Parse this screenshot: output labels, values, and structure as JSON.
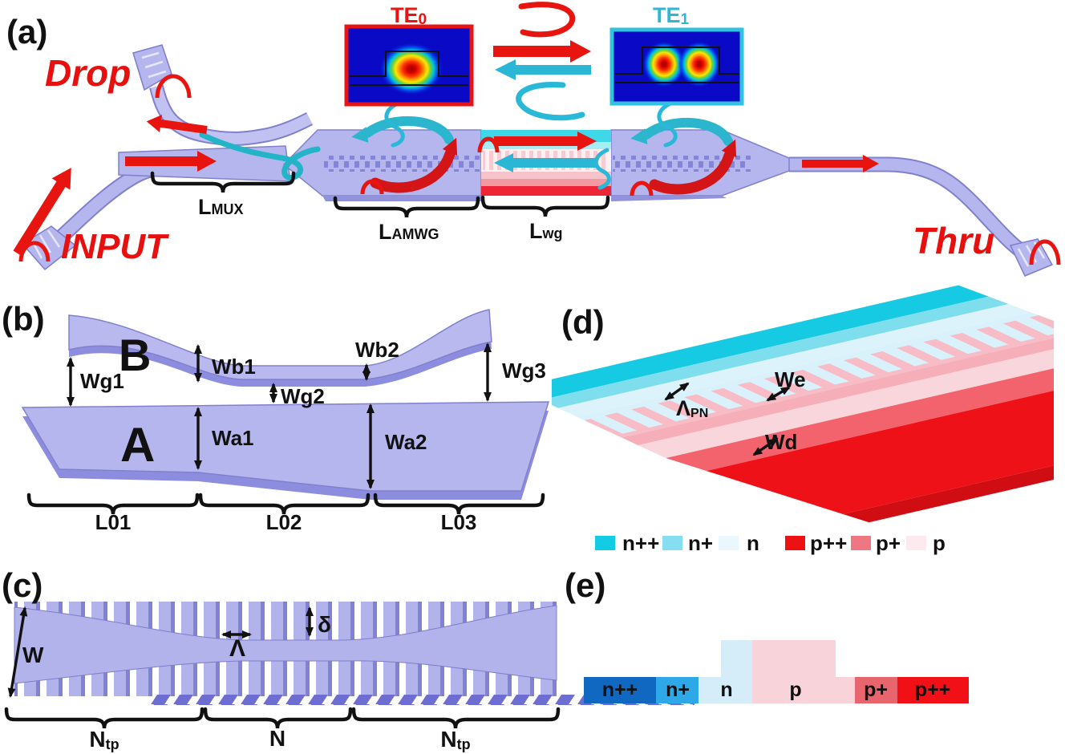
{
  "panel_labels": {
    "a": "(a)",
    "b": "(b)",
    "c": "(c)",
    "d": "(d)",
    "e": "(e)"
  },
  "colors": {
    "waveguide": "#b6b6ee",
    "waveguide_side": "#8d8de0",
    "outline": "#8080cc",
    "accent_red": "#e8140f",
    "accent_cyan": "#2ab8d8",
    "mode_bg": "#0a0ac6",
    "te0_border": "#e81414",
    "te1_border": "#30c2de"
  },
  "a": {
    "ports": {
      "drop": "Drop",
      "input": "INPUT",
      "thru": "Thru"
    },
    "te0": {
      "base": "TE",
      "sub": "0"
    },
    "te1": {
      "base": "TE",
      "sub": "1"
    },
    "lmux": {
      "base": "L",
      "sub": "MUX"
    },
    "lamwg": {
      "base": "L",
      "sub": "AMWG"
    },
    "lwg": {
      "base": "L",
      "sub": "wg"
    }
  },
  "b": {
    "guide_b": "B",
    "guide_a": "A",
    "wg1": "Wg1",
    "wb1": "Wb1",
    "wb2": "Wb2",
    "wg2": "Wg2",
    "wg3": "Wg3",
    "wa1": "Wa1",
    "wa2": "Wa2",
    "l01": "L01",
    "l02": "L02",
    "l03": "L03"
  },
  "c": {
    "w": "W",
    "lambda": "Λ",
    "delta": "δ",
    "ntp": {
      "base": "N",
      "sub": "tp"
    },
    "n": "N"
  },
  "d": {
    "lambda_pn": {
      "base": "Λ",
      "sub": "PN"
    },
    "we": "We",
    "wd": "Wd",
    "legend": [
      {
        "label": "n++",
        "color": "#12cbe5"
      },
      {
        "label": "n+",
        "color": "#86dff0"
      },
      {
        "label": "n",
        "color": "#eaf8fd"
      },
      {
        "label": "p++",
        "color": "#ee1111"
      },
      {
        "label": "p+",
        "color": "#ef7781"
      },
      {
        "label": "p",
        "color": "#fdeaee"
      }
    ]
  },
  "e": {
    "regions": [
      {
        "label": "n++",
        "color": "#1168c0"
      },
      {
        "label": "n+",
        "color": "#2fa8e8"
      },
      {
        "label": "n",
        "color": "#d4edf9"
      },
      {
        "label": "p",
        "color": "#f9d3da"
      },
      {
        "label": "p+",
        "color": "#e9656e"
      },
      {
        "label": "p++",
        "color": "#f01016"
      }
    ]
  }
}
